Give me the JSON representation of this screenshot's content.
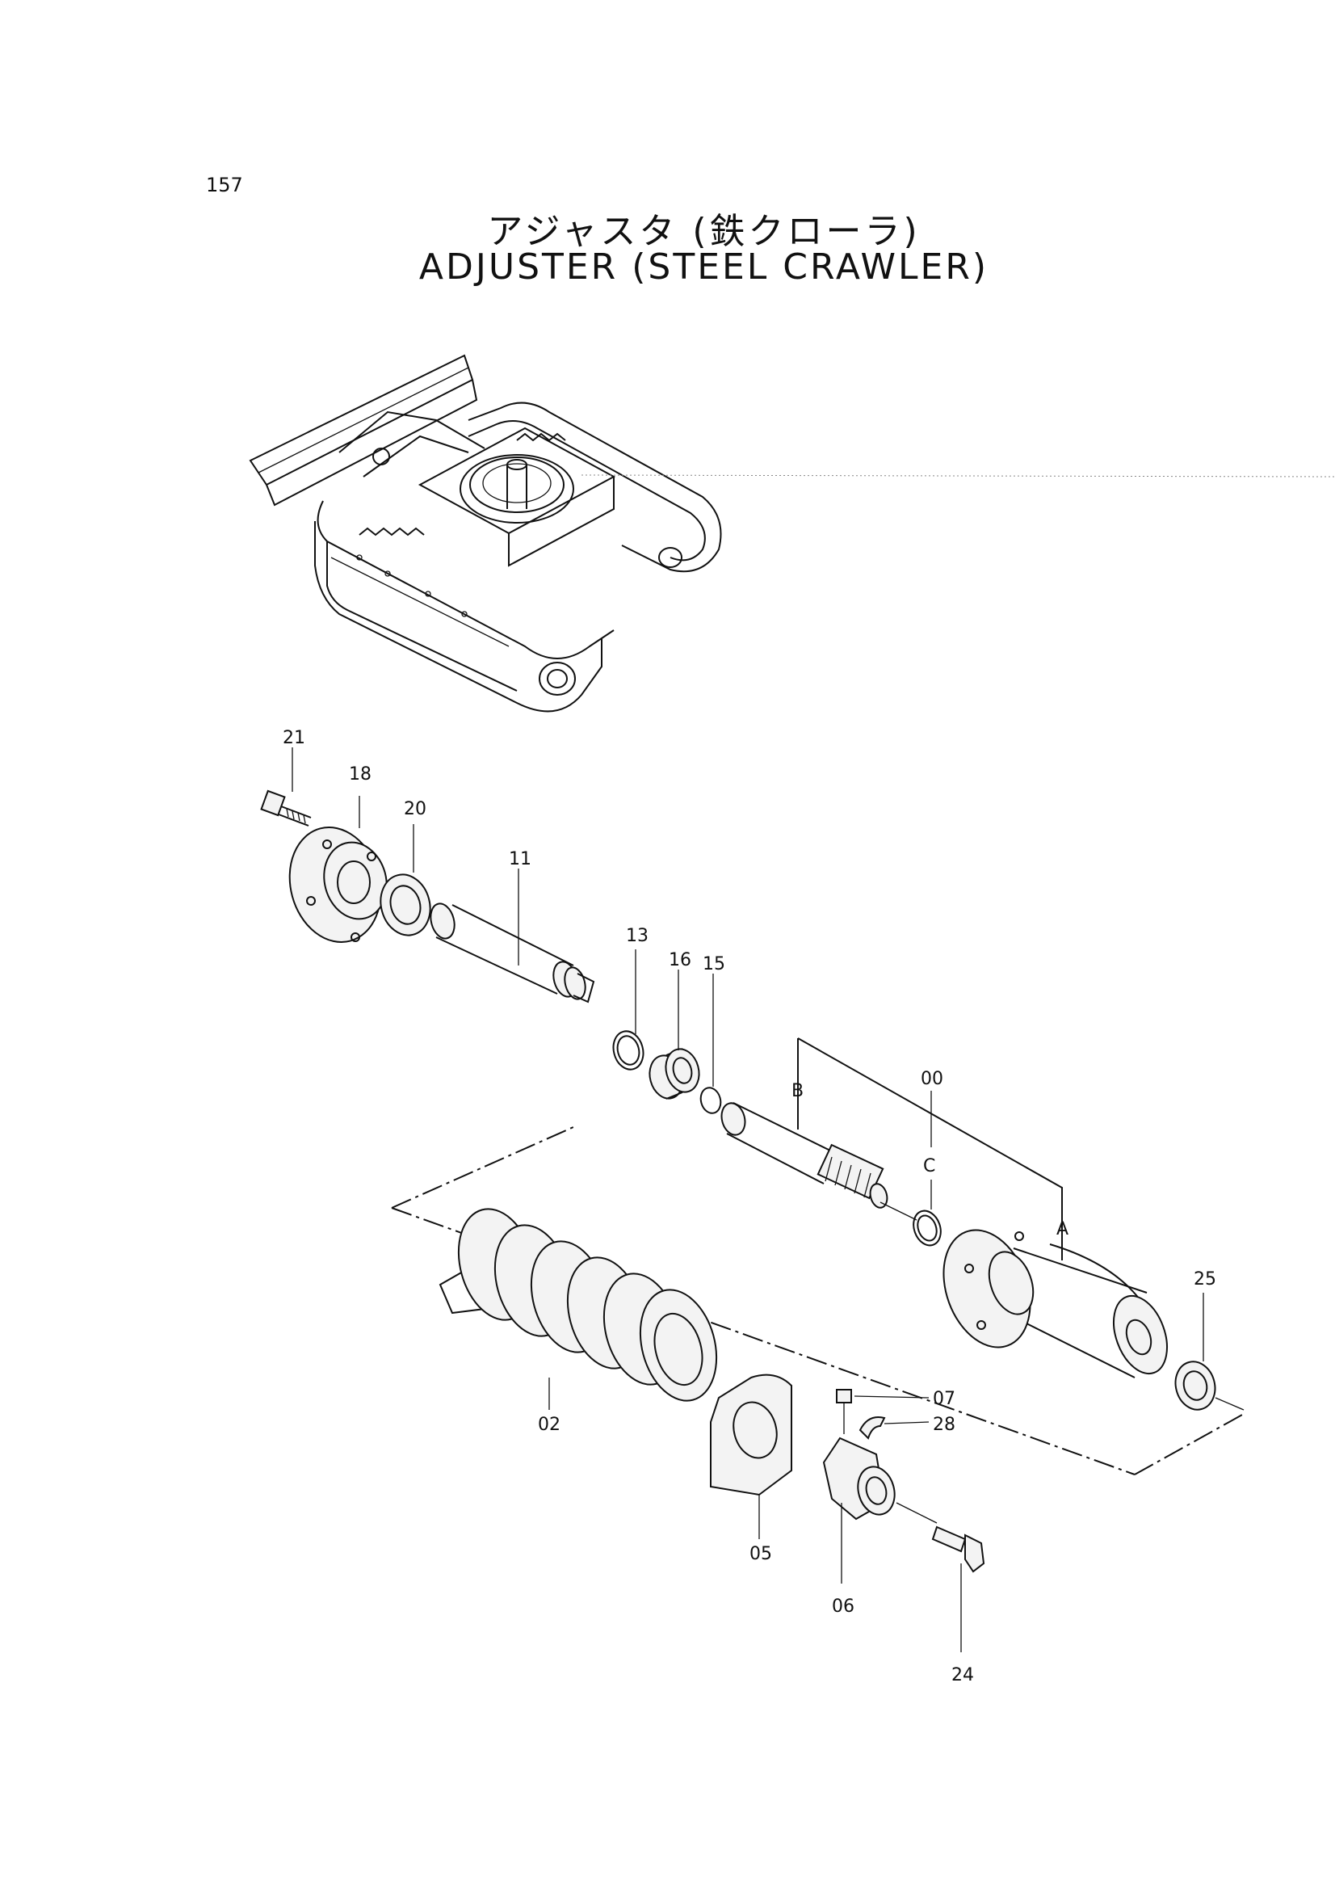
{
  "page": {
    "number": "157"
  },
  "title": {
    "jp": "アジャスタ (鉄クローラ)",
    "en": "ADJUSTER (STEEL CRAWLER)"
  },
  "parts": [
    "21",
    "18",
    "20",
    "11",
    "13",
    "16",
    "15",
    "B",
    "00",
    "C",
    "A",
    "25",
    "07",
    "28",
    "02",
    "05",
    "06",
    "24"
  ]
}
